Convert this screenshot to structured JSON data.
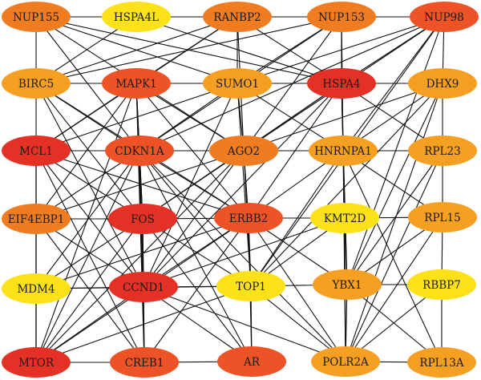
{
  "colors": {
    "red": "#e53125",
    "red_orange": "#ee5227",
    "orange": "#f07c22",
    "light_orange": "#f6a023",
    "yellow": "#fde119",
    "edge": "#111111",
    "label": "#1a1a1a"
  },
  "nodes": [
    {
      "id": "NUP155",
      "label": "NUP155",
      "color": "orange"
    },
    {
      "id": "HSPA4L",
      "label": "HSPA4L",
      "color": "yellow"
    },
    {
      "id": "RANBP2",
      "label": "RANBP2",
      "color": "orange"
    },
    {
      "id": "NUP153",
      "label": "NUP153",
      "color": "orange"
    },
    {
      "id": "NUP98",
      "label": "NUP98",
      "color": "red_orange"
    },
    {
      "id": "BIRC5",
      "label": "BIRC5",
      "color": "light_orange"
    },
    {
      "id": "MAPK1",
      "label": "MAPK1",
      "color": "red_orange"
    },
    {
      "id": "SUMO1",
      "label": "SUMO1",
      "color": "light_orange"
    },
    {
      "id": "HSPA4",
      "label": "HSPA4",
      "color": "red"
    },
    {
      "id": "DHX9",
      "label": "DHX9",
      "color": "light_orange"
    },
    {
      "id": "MCL1",
      "label": "MCL1",
      "color": "red"
    },
    {
      "id": "CDKN1A",
      "label": "CDKN1A",
      "color": "red_orange"
    },
    {
      "id": "AGO2",
      "label": "AGO2",
      "color": "orange"
    },
    {
      "id": "HNRNPA1",
      "label": "HNRNPA1",
      "color": "light_orange"
    },
    {
      "id": "RPL23",
      "label": "RPL23",
      "color": "light_orange"
    },
    {
      "id": "EIF4EBP1",
      "label": "EIF4EBP1",
      "color": "orange"
    },
    {
      "id": "FOS",
      "label": "FOS",
      "color": "red"
    },
    {
      "id": "ERBB2",
      "label": "ERBB2",
      "color": "red_orange"
    },
    {
      "id": "KMT2D",
      "label": "KMT2D",
      "color": "yellow"
    },
    {
      "id": "RPL15",
      "label": "RPL15",
      "color": "light_orange"
    },
    {
      "id": "MDM4",
      "label": "MDM4",
      "color": "yellow"
    },
    {
      "id": "CCND1",
      "label": "CCND1",
      "color": "red"
    },
    {
      "id": "TOP1",
      "label": "TOP1",
      "color": "yellow"
    },
    {
      "id": "YBX1",
      "label": "YBX1",
      "color": "light_orange"
    },
    {
      "id": "RBBP7",
      "label": "RBBP7",
      "color": "yellow"
    },
    {
      "id": "MTOR",
      "label": "MTOR",
      "color": "red"
    },
    {
      "id": "CREB1",
      "label": "CREB1",
      "color": "red_orange"
    },
    {
      "id": "AR",
      "label": "AR",
      "color": "red_orange"
    },
    {
      "id": "POLR2A",
      "label": "POLR2A",
      "color": "light_orange"
    },
    {
      "id": "RPL13A",
      "label": "RPL13A",
      "color": "light_orange"
    }
  ],
  "edges": [
    [
      "NUP155",
      "HSPA4L"
    ],
    [
      "NUP155",
      "BIRC5"
    ],
    [
      "NUP155",
      "SUMO1"
    ],
    [
      "NUP155",
      "HSPA4"
    ],
    [
      "NUP155",
      "AGO2"
    ],
    [
      "NUP155",
      "CDKN1A"
    ],
    [
      "HSPA4L",
      "RANBP2"
    ],
    [
      "HSPA4L",
      "BIRC5"
    ],
    [
      "HSPA4L",
      "HSPA4"
    ],
    [
      "RANBP2",
      "NUP153"
    ],
    [
      "RANBP2",
      "BIRC5"
    ],
    [
      "RANBP2",
      "MAPK1"
    ],
    [
      "RANBP2",
      "SUMO1"
    ],
    [
      "RANBP2",
      "HSPA4"
    ],
    [
      "RANBP2",
      "MCL1"
    ],
    [
      "RANBP2",
      "AGO2"
    ],
    [
      "NUP153",
      "NUP98"
    ],
    [
      "NUP153",
      "BIRC5"
    ],
    [
      "NUP153",
      "SUMO1"
    ],
    [
      "NUP153",
      "HSPA4"
    ],
    [
      "NUP153",
      "HNRNPA1"
    ],
    [
      "NUP153",
      "AGO2"
    ],
    [
      "NUP153",
      "CDKN1A"
    ],
    [
      "NUP98",
      "SUMO1"
    ],
    [
      "NUP98",
      "HSPA4"
    ],
    [
      "NUP98",
      "AGO2"
    ],
    [
      "NUP98",
      "HNRNPA1"
    ],
    [
      "NUP98",
      "TOP1"
    ],
    [
      "NUP98",
      "YBX1"
    ],
    [
      "NUP98",
      "CDKN1A"
    ],
    [
      "NUP98",
      "DHX9"
    ],
    [
      "BIRC5",
      "MAPK1"
    ],
    [
      "BIRC5",
      "HSPA4"
    ],
    [
      "BIRC5",
      "CDKN1A"
    ],
    [
      "BIRC5",
      "FOS"
    ],
    [
      "BIRC5",
      "CCND1"
    ],
    [
      "BIRC5",
      "MTOR"
    ],
    [
      "BIRC5",
      "ERBB2"
    ],
    [
      "MAPK1",
      "SUMO1"
    ],
    [
      "MAPK1",
      "HSPA4"
    ],
    [
      "MAPK1",
      "MCL1"
    ],
    [
      "MAPK1",
      "CDKN1A"
    ],
    [
      "MAPK1",
      "FOS"
    ],
    [
      "MAPK1",
      "ERBB2"
    ],
    [
      "MAPK1",
      "CCND1"
    ],
    [
      "MAPK1",
      "MTOR"
    ],
    [
      "MAPK1",
      "CREB1"
    ],
    [
      "MAPK1",
      "AGO2"
    ],
    [
      "MAPK1",
      "EIF4EBP1"
    ],
    [
      "SUMO1",
      "HSPA4"
    ],
    [
      "SUMO1",
      "AGO2"
    ],
    [
      "SUMO1",
      "MCL1"
    ],
    [
      "SUMO1",
      "TOP1"
    ],
    [
      "SUMO1",
      "CCND1"
    ],
    [
      "SUMO1",
      "CDKN1A"
    ],
    [
      "SUMO1",
      "HNRNPA1"
    ],
    [
      "HSPA4",
      "AGO2"
    ],
    [
      "HSPA4",
      "HNRNPA1"
    ],
    [
      "HSPA4",
      "DHX9"
    ],
    [
      "HSPA4",
      "KMT2D"
    ],
    [
      "HSPA4",
      "ERBB2"
    ],
    [
      "HSPA4",
      "FOS"
    ],
    [
      "HSPA4",
      "YBX1"
    ],
    [
      "HSPA4",
      "RPL23"
    ],
    [
      "HSPA4",
      "CCND1"
    ],
    [
      "DHX9",
      "HNRNPA1"
    ],
    [
      "DHX9",
      "YBX1"
    ],
    [
      "DHX9",
      "POLR2A"
    ],
    [
      "DHX9",
      "RPL23"
    ],
    [
      "DHX9",
      "TOP1"
    ],
    [
      "DHX9",
      "AGO2"
    ],
    [
      "MCL1",
      "CDKN1A"
    ],
    [
      "MCL1",
      "FOS"
    ],
    [
      "MCL1",
      "CCND1"
    ],
    [
      "MCL1",
      "EIF4EBP1"
    ],
    [
      "MCL1",
      "MTOR"
    ],
    [
      "MCL1",
      "CREB1"
    ],
    [
      "MCL1",
      "ERBB2"
    ],
    [
      "MCL1",
      "MDM4"
    ],
    [
      "CDKN1A",
      "AGO2"
    ],
    [
      "CDKN1A",
      "FOS"
    ],
    [
      "CDKN1A",
      "ERBB2"
    ],
    [
      "CDKN1A",
      "CCND1"
    ],
    [
      "CDKN1A",
      "MDM4"
    ],
    [
      "CDKN1A",
      "MTOR"
    ],
    [
      "CDKN1A",
      "CREB1"
    ],
    [
      "CDKN1A",
      "EIF4EBP1"
    ],
    [
      "CDKN1A",
      "TOP1"
    ],
    [
      "CDKN1A",
      "AR"
    ],
    [
      "CDKN1A",
      "POLR2A"
    ],
    [
      "AGO2",
      "HNRNPA1"
    ],
    [
      "AGO2",
      "ERBB2"
    ],
    [
      "AGO2",
      "CCND1"
    ],
    [
      "AGO2",
      "FOS"
    ],
    [
      "AGO2",
      "MTOR"
    ],
    [
      "AGO2",
      "TOP1"
    ],
    [
      "AGO2",
      "EIF4EBP1"
    ],
    [
      "HNRNPA1",
      "KMT2D"
    ],
    [
      "HNRNPA1",
      "YBX1"
    ],
    [
      "HNRNPA1",
      "POLR2A"
    ],
    [
      "HNRNPA1",
      "TOP1"
    ],
    [
      "HNRNPA1",
      "RPL15"
    ],
    [
      "HNRNPA1",
      "RPL13A"
    ],
    [
      "HNRNPA1",
      "ERBB2"
    ],
    [
      "HNRNPA1",
      "RPL23"
    ],
    [
      "RPL23",
      "RPL15"
    ],
    [
      "RPL23",
      "YBX1"
    ],
    [
      "RPL23",
      "POLR2A"
    ],
    [
      "EIF4EBP1",
      "FOS"
    ],
    [
      "EIF4EBP1",
      "MTOR"
    ],
    [
      "EIF4EBP1",
      "CCND1"
    ],
    [
      "EIF4EBP1",
      "CREB1"
    ],
    [
      "FOS",
      "ERBB2"
    ],
    [
      "FOS",
      "CCND1"
    ],
    [
      "FOS",
      "CREB1"
    ],
    [
      "FOS",
      "MTOR"
    ],
    [
      "FOS",
      "AR"
    ],
    [
      "FOS",
      "TOP1"
    ],
    [
      "FOS",
      "MDM4"
    ],
    [
      "ERBB2",
      "KMT2D"
    ],
    [
      "ERBB2",
      "CCND1"
    ],
    [
      "ERBB2",
      "TOP1"
    ],
    [
      "ERBB2",
      "YBX1"
    ],
    [
      "ERBB2",
      "AR"
    ],
    [
      "ERBB2",
      "POLR2A"
    ],
    [
      "ERBB2",
      "MTOR"
    ],
    [
      "ERBB2",
      "CREB1"
    ],
    [
      "ERBB2",
      "MDM4"
    ],
    [
      "KMT2D",
      "YBX1"
    ],
    [
      "KMT2D",
      "TOP1"
    ],
    [
      "KMT2D",
      "POLR2A"
    ],
    [
      "KMT2D",
      "RPL15"
    ],
    [
      "KMT2D",
      "CCND1"
    ],
    [
      "RPL15",
      "YBX1"
    ],
    [
      "RPL15",
      "RBBP7"
    ],
    [
      "RPL15",
      "POLR2A"
    ],
    [
      "MDM4",
      "CCND1"
    ],
    [
      "MDM4",
      "MTOR"
    ],
    [
      "MDM4",
      "TOP1"
    ],
    [
      "CCND1",
      "TOP1"
    ],
    [
      "CCND1",
      "CREB1"
    ],
    [
      "CCND1",
      "MTOR"
    ],
    [
      "CCND1",
      "AR"
    ],
    [
      "CCND1",
      "POLR2A"
    ],
    [
      "TOP1",
      "YBX1"
    ],
    [
      "TOP1",
      "AR"
    ],
    [
      "TOP1",
      "POLR2A"
    ],
    [
      "TOP1",
      "MTOR"
    ],
    [
      "YBX1",
      "RBBP7"
    ],
    [
      "YBX1",
      "POLR2A"
    ],
    [
      "YBX1",
      "RPL13A"
    ],
    [
      "RBBP7",
      "RPL13A"
    ],
    [
      "RBBP7",
      "POLR2A"
    ],
    [
      "MTOR",
      "CREB1"
    ],
    [
      "CREB1",
      "AR"
    ],
    [
      "POLR2A",
      "RPL13A"
    ]
  ]
}
